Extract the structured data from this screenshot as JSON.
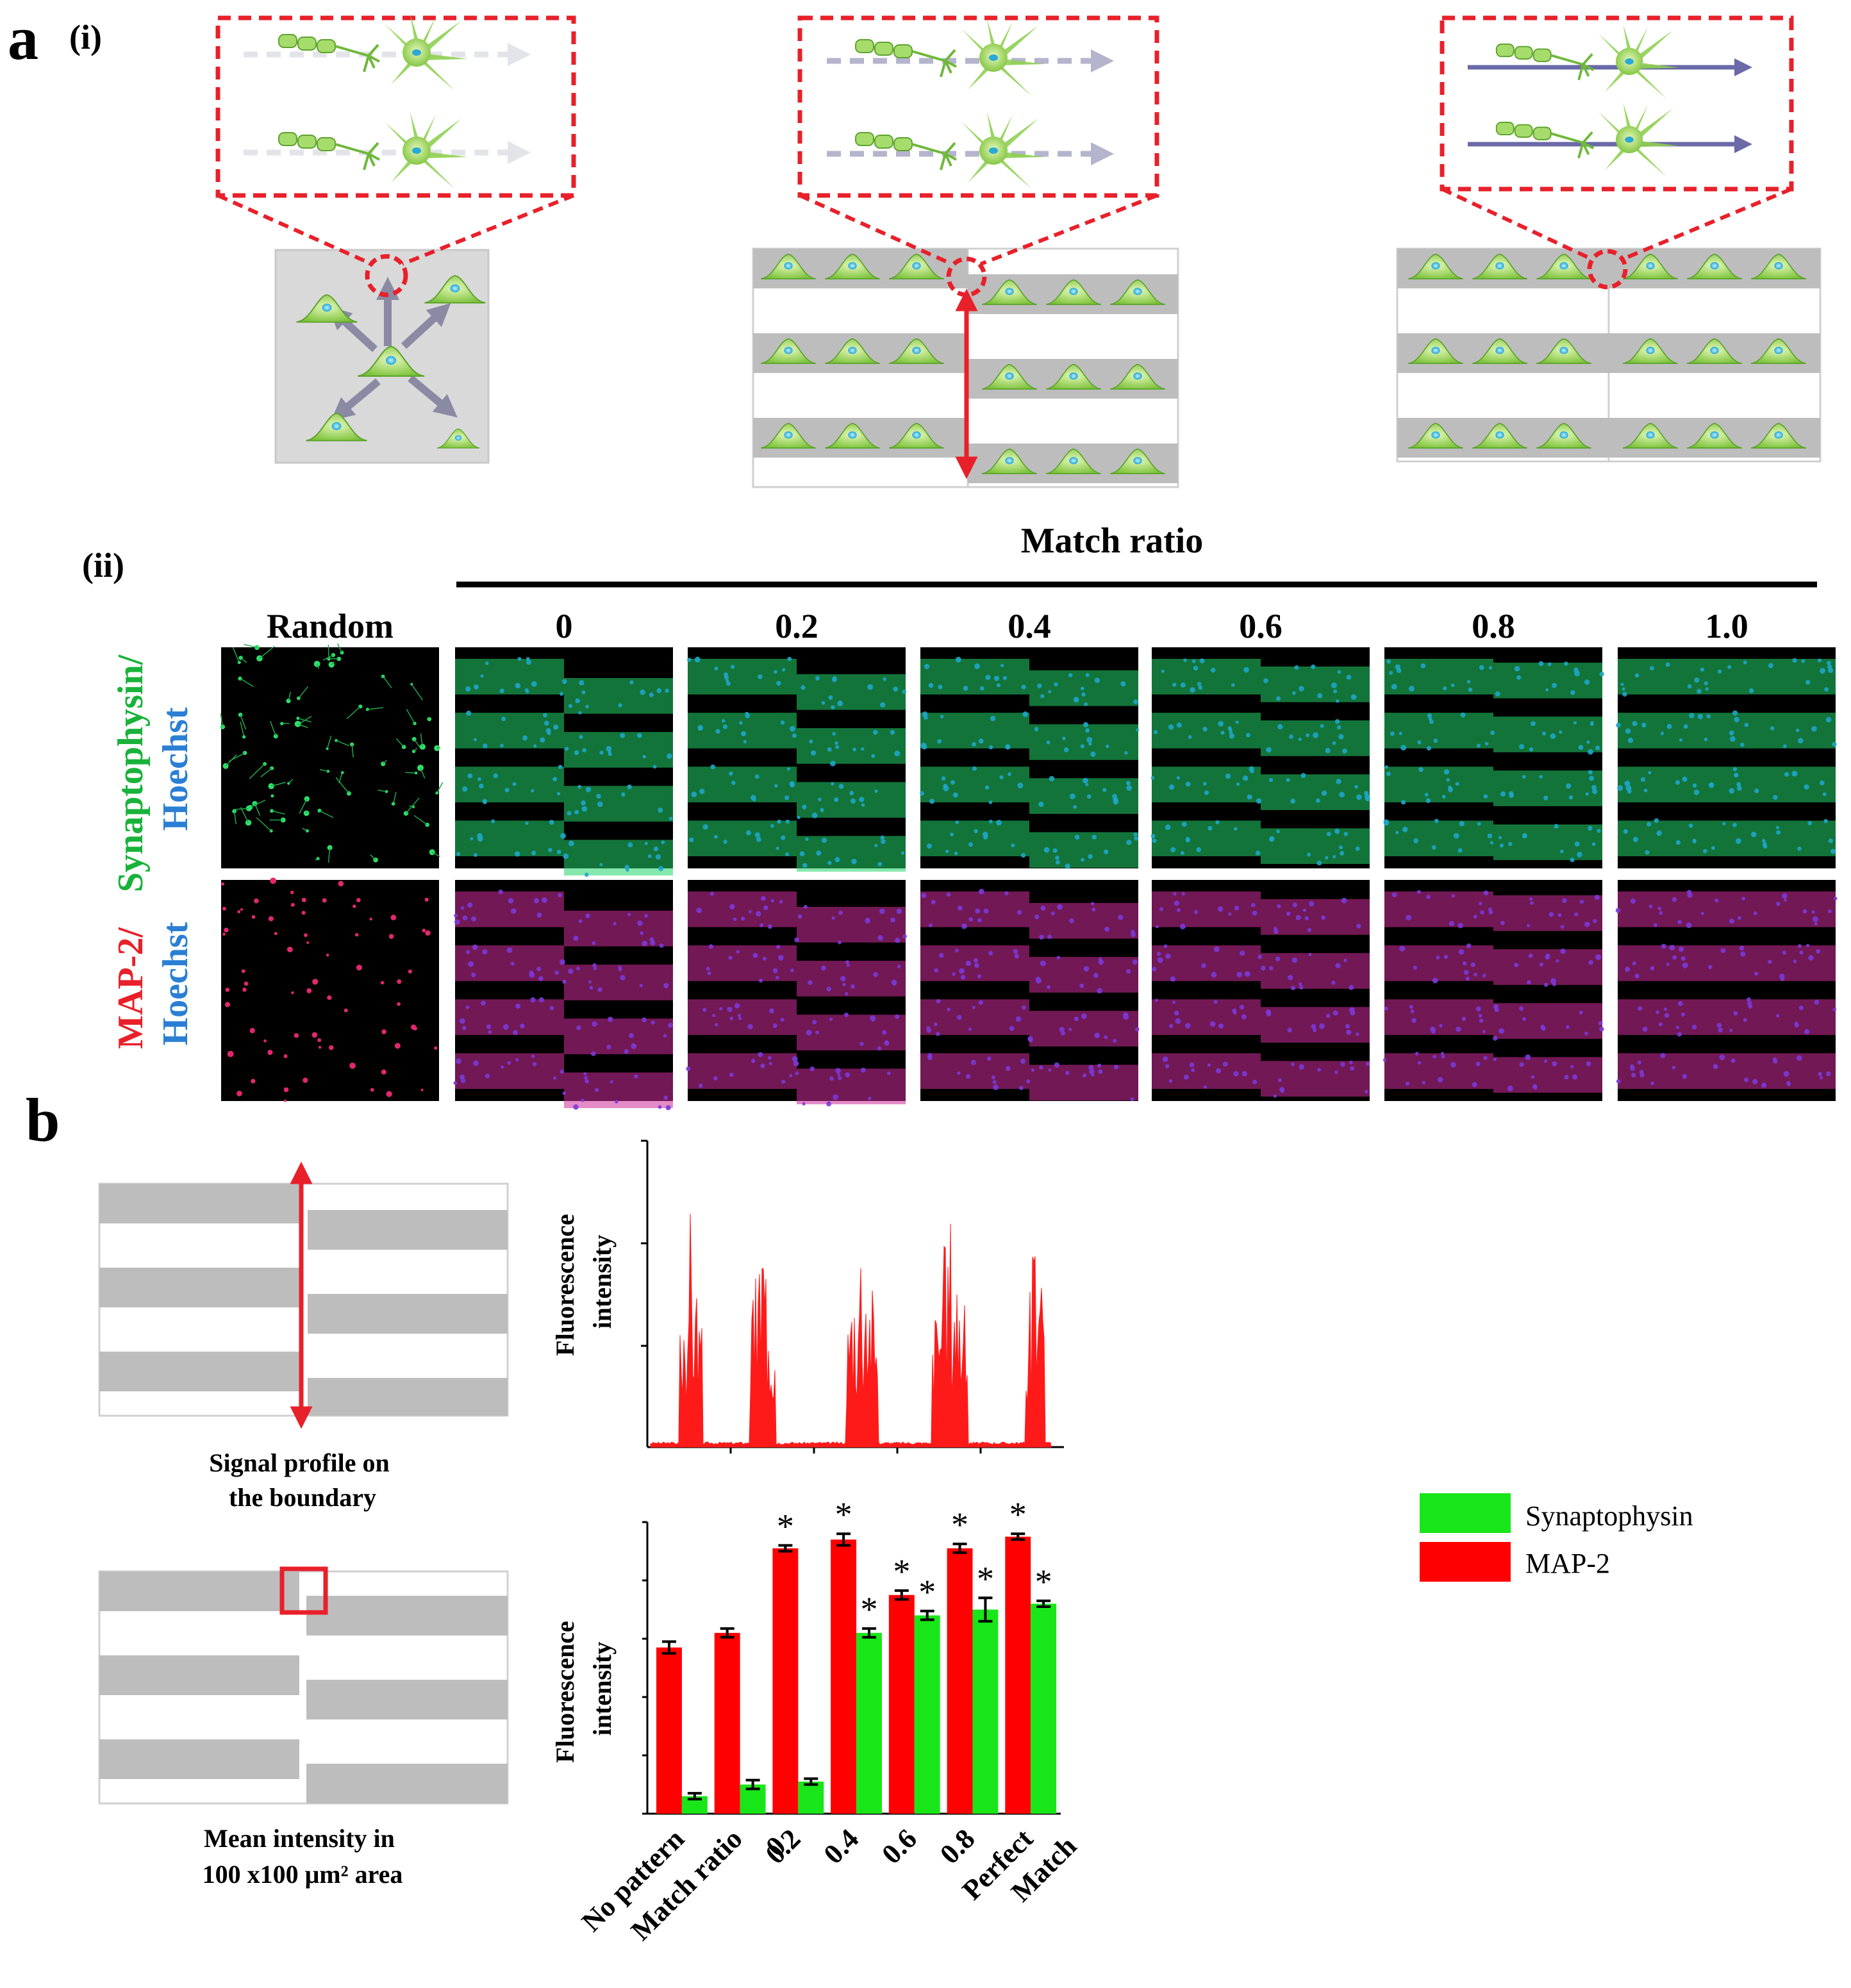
{
  "panel_a": {
    "letter": "a",
    "sub_i": "(i)",
    "sub_ii": "(ii)",
    "match_ratio_header": "Match ratio",
    "columns": [
      "Random",
      "0",
      "0.2",
      "0.4",
      "0.6",
      "0.8",
      "1.0"
    ],
    "row_labels": [
      {
        "line1": "Synaptophysin/",
        "line2": "Hoechst",
        "color1": "#19b23a",
        "color2": "#2a7fd4"
      },
      {
        "line1": "MAP-2/",
        "line2": "Hoechst",
        "color1": "#e8202a",
        "color2": "#2a7fd4"
      }
    ]
  },
  "panel_b": {
    "letter": "b",
    "profile_caption": [
      "Signal profile on",
      "the boundary"
    ],
    "area_caption": [
      "Mean intensity in",
      "100 x100 μm² area"
    ],
    "profile_ylabel": [
      "Fluorescence",
      "intensity"
    ],
    "bar_ylabel": [
      "Fluorescence",
      "intensity"
    ]
  },
  "colors": {
    "synaptophysin": "#19e619",
    "map2": "#ff0000",
    "stripe": "#bdbdbd",
    "dashed_red": "#e8202a"
  },
  "chart_data": {
    "type": "bar",
    "categories": [
      [
        "No pattern"
      ],
      [
        "Match ratio",
        "0"
      ],
      [
        "0.2"
      ],
      [
        "0.4"
      ],
      [
        "0.6"
      ],
      [
        "0.8"
      ],
      [
        "Perfect",
        "Match"
      ]
    ],
    "series": [
      {
        "name": "MAP-2",
        "values": [
          57,
          62,
          91,
          94,
          75,
          91,
          95
        ],
        "errors": [
          2,
          1.5,
          1,
          2,
          1.5,
          1.5,
          1
        ]
      },
      {
        "name": "Synaptophysin",
        "values": [
          6,
          10,
          11,
          62,
          68,
          70,
          72
        ],
        "errors": [
          1,
          1.5,
          1,
          1.5,
          1.5,
          4,
          1
        ]
      }
    ],
    "significance": {
      "MAP-2": [
        false,
        false,
        true,
        true,
        true,
        true,
        true
      ],
      "Synaptophysin": [
        false,
        false,
        false,
        true,
        true,
        true,
        true
      ]
    },
    "significance_marker": "*",
    "ylabel": "Fluorescence intensity",
    "ylim": [
      0,
      100
    ],
    "legend": [
      "Synaptophysin",
      "MAP-2"
    ],
    "legend_position": "top-right"
  }
}
